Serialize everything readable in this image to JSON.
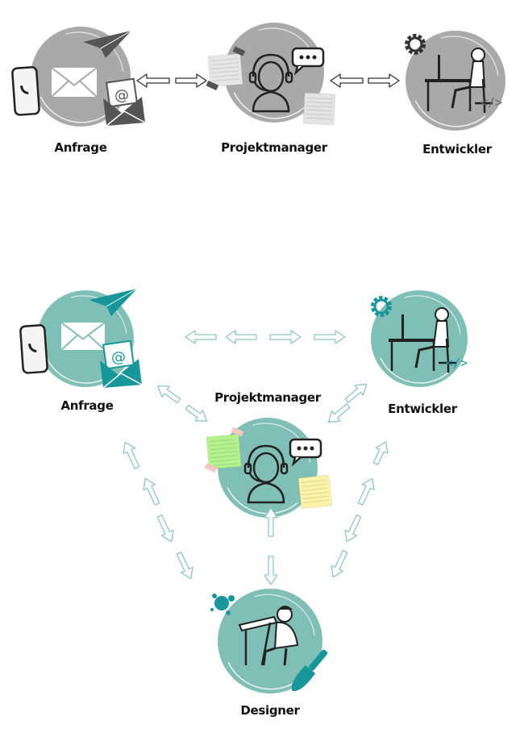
{
  "colors": {
    "gray": "#a9a9a9",
    "dark_gray": "#555555",
    "teal": "#80bfb6",
    "teal_accent": "#17979a",
    "arrow_teal": "#8cc8c0"
  },
  "top_flow": {
    "nodes": [
      {
        "label": "Anfrage"
      },
      {
        "label": "Projektmanager"
      },
      {
        "label": "Entwickler"
      }
    ]
  },
  "bottom_flow": {
    "nodes": [
      {
        "label": "Anfrage"
      },
      {
        "label": "Projektmanager"
      },
      {
        "label": "Entwickler"
      },
      {
        "label": "Designer"
      }
    ]
  },
  "icons": {
    "speech_bubble_text": "•••",
    "email_at": "@",
    "code": "</>"
  }
}
